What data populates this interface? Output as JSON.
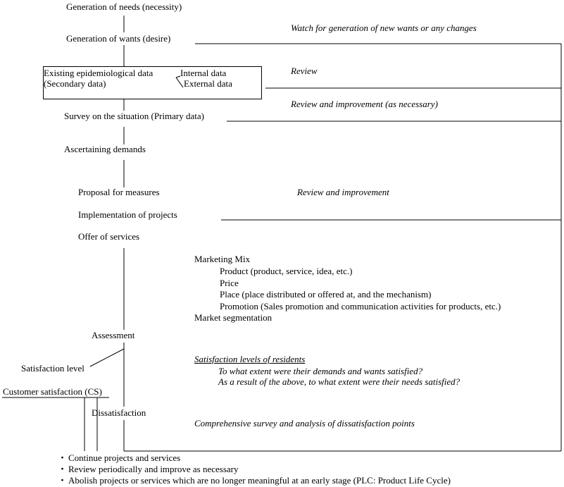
{
  "steps": {
    "needs": "Generation of needs (necessity)",
    "wants": "Generation of wants (desire)",
    "existing_data_line1": "Existing epidemiological data",
    "existing_data_line2": "(Secondary data)",
    "internal_data": "Internal data",
    "external_data": "External data",
    "survey": "Survey on the situation (Primary data)",
    "demands": "Ascertaining demands",
    "proposal": "Proposal for measures",
    "implementation": "Implementation of projects",
    "offer": "Offer of services",
    "assessment": "Assessment",
    "satisfaction_level": "Satisfaction level",
    "customer_satisfaction": "Customer satisfaction (CS)",
    "dissatisfaction": "Dissatisfaction"
  },
  "feedback": {
    "watch": "Watch for generation of new wants or any changes",
    "review": "Review",
    "review_improve_necessary": "Review and improvement (as necessary)",
    "review_improve": "Review and improvement"
  },
  "marketing_mix": {
    "title": "Marketing Mix",
    "items": [
      "Product (product, service, idea, etc.)",
      "Price",
      "Place (place distributed or offered at, and the mechanism)",
      "Promotion (Sales promotion and communication activities for products, etc.)"
    ],
    "segmentation": "Market segmentation"
  },
  "satisfaction": {
    "title": "Satisfaction levels of residents",
    "q1": "To what extent were their demands and wants satisfied?",
    "q2": "As a result of the above, to what extent were their needs satisfied?",
    "survey": "Comprehensive survey and analysis of dissatisfaction points"
  },
  "actions": {
    "bullet": "・",
    "items": [
      "Continue projects and services",
      "Review periodically and improve as necessary",
      "Abolish projects or services which are no longer meaningful at an early stage (PLC: Product Life Cycle)"
    ]
  }
}
